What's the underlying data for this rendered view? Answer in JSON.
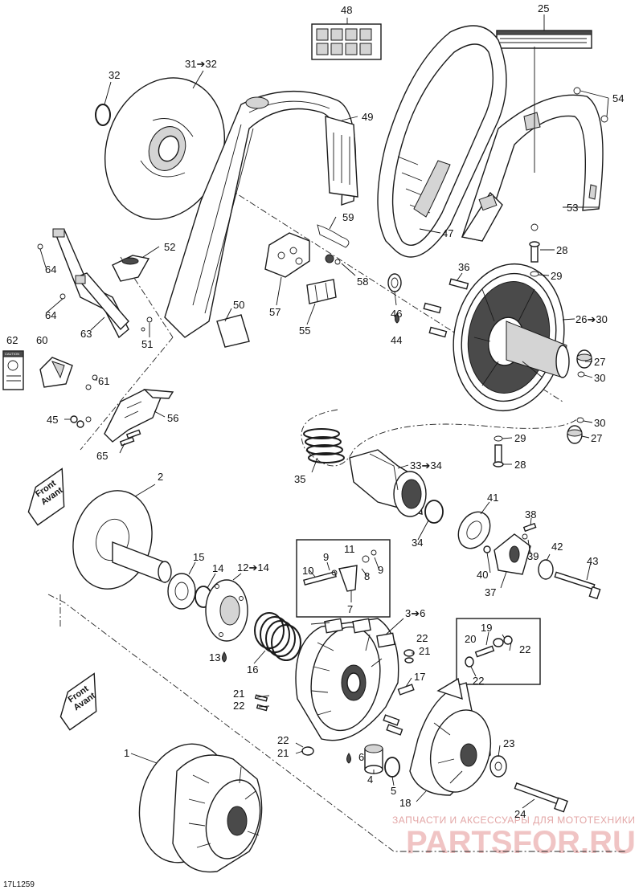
{
  "diagram": {
    "reference_code": "17L1259",
    "front_arrow": {
      "line1": "Front",
      "line2": "Avant"
    },
    "caution_decal_text": "CAUTION",
    "watermark": {
      "top_line": "ЗАПЧАСТИ И АКСЕССУАРЫ ДЛЯ МОТОТЕХНИКИ",
      "brand": "PARTSFOR.RU"
    },
    "labels": {
      "p1": "1",
      "p2": "2",
      "p3to6": "3➔6",
      "p4": "4",
      "p5": "5",
      "p6": "6",
      "p7": "7",
      "p8": "8",
      "p9a": "9",
      "p9b": "9",
      "p10": "10",
      "p11": "11",
      "p12to14": "12➔14",
      "p13": "13",
      "p14": "14",
      "p15": "15",
      "p16": "16",
      "p17": "17",
      "p18": "18",
      "p19": "19",
      "p20": "20",
      "p21a": "21",
      "p21b": "21",
      "p21c": "21",
      "p22a": "22",
      "p22b": "22",
      "p22c": "22",
      "p22d": "22",
      "p22e": "22",
      "p23": "23",
      "p24": "24",
      "p25": "25",
      "p26to30": "26➔30",
      "p27a": "27",
      "p27b": "27",
      "p28a": "28",
      "p28b": "28",
      "p29a": "29",
      "p29b": "29",
      "p30a": "30",
      "p30b": "30",
      "p31to32": "31➔32",
      "p32": "32",
      "p33to34": "33➔34",
      "p34": "34",
      "p35": "35",
      "p36": "36",
      "p37": "37",
      "p38": "38",
      "p39": "39",
      "p40": "40",
      "p41": "41",
      "p42": "42",
      "p43": "43",
      "p44": "44",
      "p45": "45",
      "p46": "46",
      "p47": "47",
      "p48": "48",
      "p49": "49",
      "p50": "50",
      "p51": "51",
      "p52": "52",
      "p53": "53",
      "p54": "54",
      "p55": "55",
      "p56": "56",
      "p57": "57",
      "p58": "58",
      "p59": "59",
      "p60": "60",
      "p61": "61",
      "p62": "62",
      "p63": "63",
      "p64a": "64",
      "p64b": "64",
      "p65": "65"
    }
  }
}
